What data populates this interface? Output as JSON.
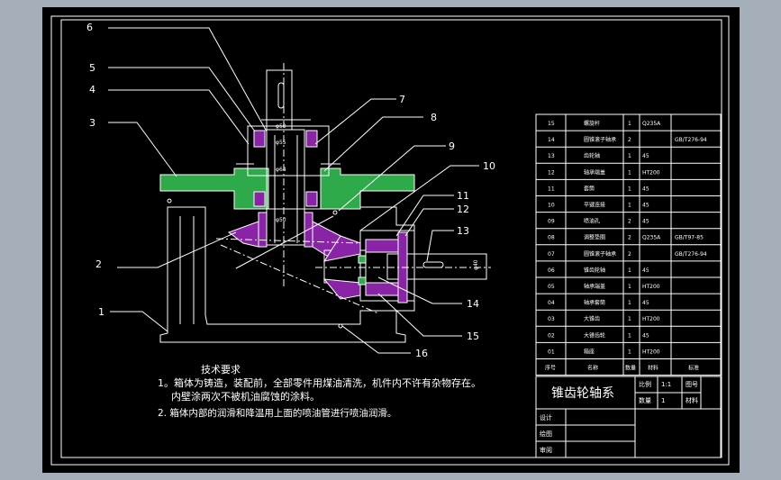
{
  "colors": {
    "background": "#a4afba",
    "canvas": "#000000",
    "line": "#ffffff",
    "green": "#2eaa4b",
    "purple": "#8a24a6",
    "axis": "#ffffff"
  },
  "callouts": [
    "6",
    "5",
    "4",
    "3",
    "7",
    "8",
    "9",
    "10",
    "11",
    "12",
    "13",
    "2",
    "1",
    "14",
    "15",
    "16"
  ],
  "dimensions": {
    "d1": "φ50",
    "d2": "φ55",
    "d3": "φ64",
    "d4": "φ50",
    "d5": "φ40"
  },
  "notes": {
    "heading": "技术要求",
    "line1": "1。箱体为铸造，装配前，全部零件用煤油清洗，机件内不许有杂物存在。",
    "line2": "内壁涂两次不被机油腐蚀的涂料。",
    "line3": "2. 箱体内部的润滑和降温用上面的喷油管进行喷油润滑。"
  },
  "bom": {
    "rows": [
      {
        "no": "15",
        "name": "螺旋杆",
        "qty": "1",
        "mat": "Q235A",
        "std": ""
      },
      {
        "no": "14",
        "name": "圆锥滚子轴承",
        "qty": "2",
        "mat": "",
        "std": "GB/T276-94"
      },
      {
        "no": "13",
        "name": "齿轮轴",
        "qty": "1",
        "mat": "45",
        "std": ""
      },
      {
        "no": "12",
        "name": "轴承端盖",
        "qty": "1",
        "mat": "HT200",
        "std": ""
      },
      {
        "no": "11",
        "name": "套筒",
        "qty": "1",
        "mat": "45",
        "std": ""
      },
      {
        "no": "10",
        "name": "平键连接",
        "qty": "1",
        "mat": "45",
        "std": ""
      },
      {
        "no": "09",
        "name": "喷油孔",
        "qty": "2",
        "mat": "45",
        "std": ""
      },
      {
        "no": "08",
        "name": "调整垫圈",
        "qty": "2",
        "mat": "Q235A",
        "std": "GB/T97-85"
      },
      {
        "no": "07",
        "name": "圆锥滚子轴承",
        "qty": "2",
        "mat": "",
        "std": "GB/T276-94"
      },
      {
        "no": "06",
        "name": "锥齿轮轴",
        "qty": "1",
        "mat": "45",
        "std": ""
      },
      {
        "no": "05",
        "name": "轴承端盖",
        "qty": "1",
        "mat": "HT200",
        "std": ""
      },
      {
        "no": "04",
        "name": "轴承套筒",
        "qty": "1",
        "mat": "45",
        "std": ""
      },
      {
        "no": "03",
        "name": "大锥齿",
        "qty": "1",
        "mat": "HT200",
        "std": ""
      },
      {
        "no": "02",
        "name": "大锥齿轮",
        "qty": "1",
        "mat": "45",
        "std": ""
      },
      {
        "no": "01",
        "name": "箱座",
        "qty": "1",
        "mat": "HT200",
        "std": ""
      }
    ],
    "header": {
      "no": "序号",
      "name": "名称",
      "qty": "数量",
      "mat": "材料",
      "std": "标准"
    }
  },
  "title_block": {
    "title": "锥齿轮轴系",
    "scale_label": "比例",
    "scale_value": "1:1",
    "drawing_no_label": "图号",
    "qty_label": "数量",
    "qty_value": "1",
    "material_label": "材料",
    "design": "设计",
    "drawing": "绘图",
    "review": "审阅"
  }
}
